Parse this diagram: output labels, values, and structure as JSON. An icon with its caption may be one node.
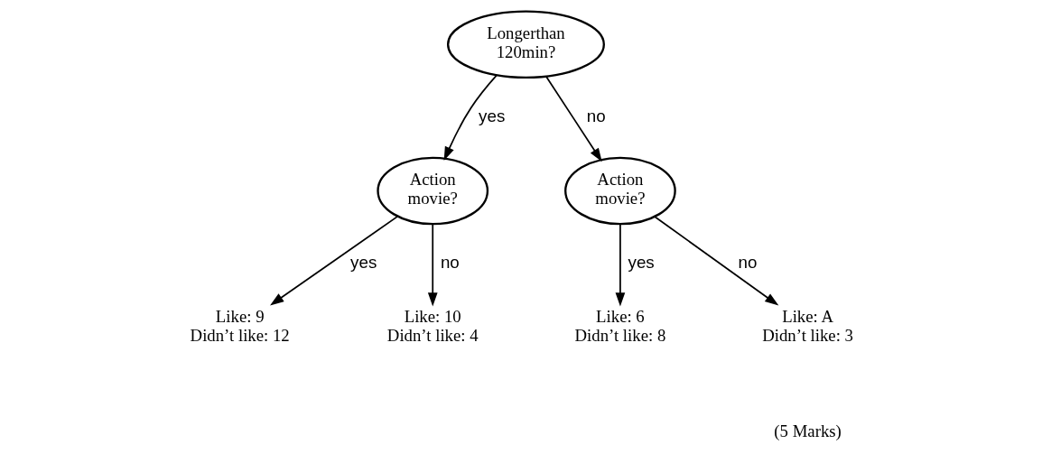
{
  "diagram": {
    "nodes": [
      {
        "text": [
          "Longerthan 120min?"
        ]
      },
      {
        "text": [
          "Action movie?"
        ]
      },
      {
        "text": [
          "Action movie?"
        ]
      },
      {
        "text": [
          "Like: 9 Didn’t like: 12"
        ]
      },
      {
        "text": [
          "Like: 10 Didn’t like: 4"
        ]
      },
      {
        "text": [
          "Like: 6 Didn’t like: 8"
        ]
      },
      {
        "text": [
          "Like: A Didn’t like: 3"
        ]
      }
    ],
    "edges": [
      {
        "from": 0,
        "to": 1,
        "arrow": "to",
        "label": "yes"
      },
      {
        "from": 0,
        "to": 2,
        "arrow": "to",
        "label": "no"
      },
      {
        "from": 1,
        "to": 3,
        "arrow": "to",
        "label": "yes"
      },
      {
        "from": 1,
        "to": 4,
        "arrow": "to",
        "label": "no"
      },
      {
        "from": 2,
        "to": 5,
        "arrow": "to",
        "label": "yes"
      },
      {
        "from": 2,
        "to": 6,
        "arrow": "to",
        "label": "no"
      }
    ],
    "labels": [
      "(5 Marks)"
    ]
  }
}
